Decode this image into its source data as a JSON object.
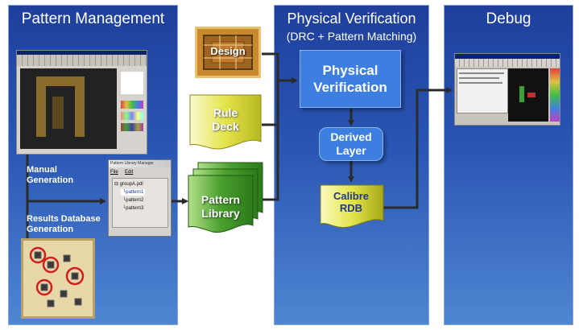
{
  "panels": {
    "pattern_management": {
      "title": "Pattern Management"
    },
    "physical_verification": {
      "title": "Physical Verification",
      "subtitle": "(DRC + Pattern Matching)"
    },
    "debug": {
      "title": "Debug"
    }
  },
  "labels": {
    "manual_generation": "Manual\nGeneration",
    "results_db_generation": "Results Database\nGeneration"
  },
  "inputs": {
    "design": "Design",
    "rule_deck": "Rule\nDeck",
    "pattern_library": "Pattern\nLibrary"
  },
  "flow": {
    "physical_verification": "Physical\nVerification",
    "derived_layer": "Derived\nLayer",
    "calibre_rdb": "Calibre\nRDB"
  },
  "pattern_library_manager": {
    "title": "Pattern Library Manager",
    "menu": [
      "File",
      "Edit"
    ],
    "tree_root": "groupA.pdl",
    "items": [
      "pattern1",
      "pattern2",
      "pattern3"
    ],
    "selected_index": 0
  },
  "colors": {
    "panel_dark": "#1f3f9c",
    "panel_light": "#4f86d2",
    "flow_box": "#3d7fe0",
    "rule_deck_yellow": "#e6e64a",
    "pattern_library_green": "#3e9a2a",
    "connector": "#2b2b2b"
  }
}
